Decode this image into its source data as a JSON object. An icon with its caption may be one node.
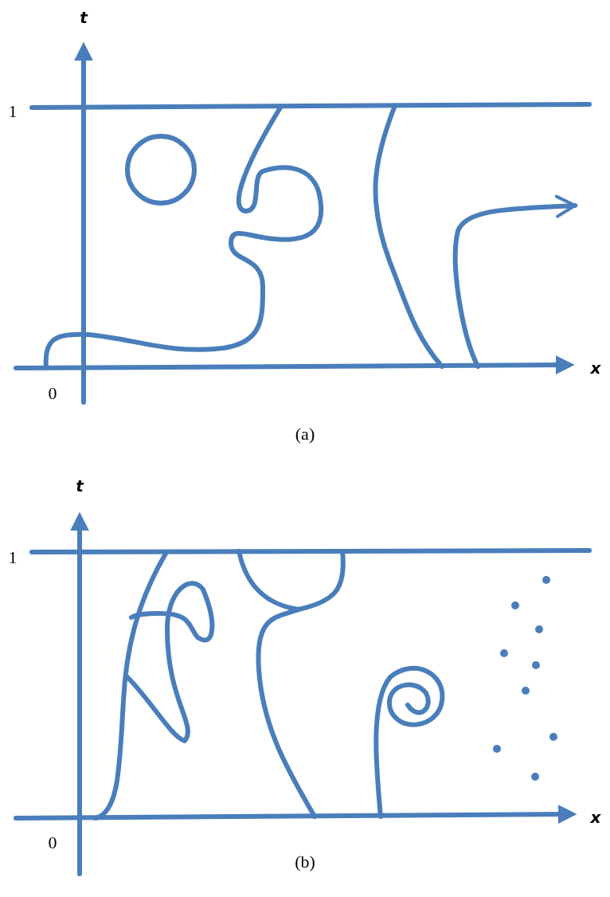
{
  "diagram": {
    "labels": [
      "t",
      "1",
      "0",
      "x",
      "(a)",
      "t",
      "1",
      "0",
      "x",
      "(b)"
    ]
  }
}
